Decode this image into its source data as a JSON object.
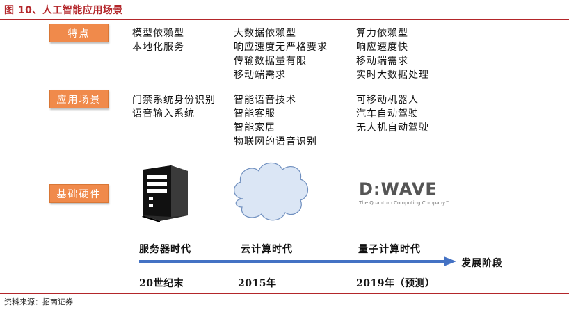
{
  "title": "图 10、人工智能应用场景",
  "rows": {
    "features": {
      "label": "特点",
      "col1": [
        "模型依赖型",
        "本地化服务"
      ],
      "col2": [
        "大数据依赖型",
        "响应速度无严格要求",
        "传输数据量有限",
        "移动端需求"
      ],
      "col3": [
        "算力依赖型",
        "响应速度快",
        "移动端需求",
        "实时大数据处理"
      ]
    },
    "scenarios": {
      "label": "应用场景",
      "col1": [
        "门禁系统身份识别",
        "语音输入系统"
      ],
      "col2": [
        "智能语音技术",
        "智能客服",
        "智能家居",
        "物联网的语音识别"
      ],
      "col3": [
        "可移动机器人",
        "汽车自动驾驶",
        "无人机自动驾驶"
      ]
    },
    "hardware": {
      "label": "基础硬件",
      "logo_main": "D:WAVE",
      "logo_sub": "The Quantum Computing Company™",
      "icons": [
        "server-tower-icon",
        "cloud-icon"
      ]
    }
  },
  "eras": [
    "服务器时代",
    "云计算时代",
    "量子计算时代"
  ],
  "years": [
    "20世纪末",
    "2015年",
    "2019年（预测）"
  ],
  "arrow_label": "发展阶段",
  "source": "资料来源：招商证券",
  "colors": {
    "accent_red": "#b3262a",
    "label_orange": "#f08a4b",
    "arrow_blue": "#4472c4",
    "cloud_fill": "#dbe6f5",
    "cloud_stroke": "#6f8fbf"
  }
}
